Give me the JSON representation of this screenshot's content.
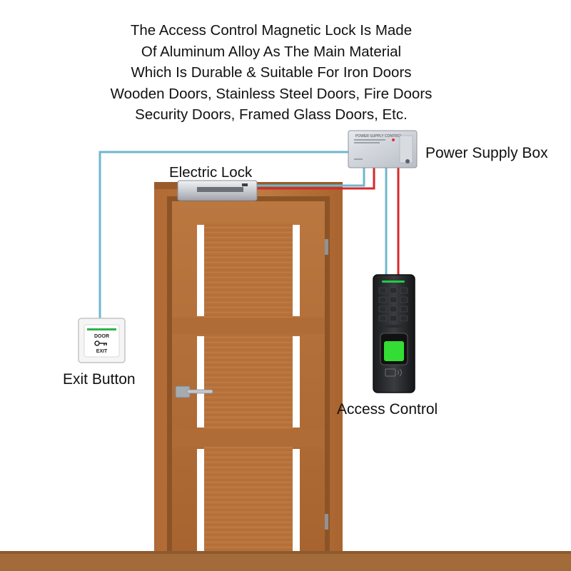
{
  "caption": {
    "lines": [
      "The Access Control Magnetic Lock Is Made",
      "Of Aluminum Alloy As The Main Material",
      "Which Is Durable & Suitable For Iron Doors",
      "Wooden Doors, Stainless Steel Doors, Fire Doors",
      "Security Doors, Framed Glass Doors, Etc."
    ]
  },
  "labels": {
    "power_supply": "Power Supply Box",
    "electric_lock": "Electric Lock",
    "exit_button": "Exit Button",
    "access_control": "Access Control"
  },
  "exit_button_text": {
    "line1": "DOOR",
    "line2": "EXIT"
  },
  "power_supply_text": {
    "title": "POWER SUPPLY CONTROL"
  },
  "colors": {
    "wire_data": "#6fb7cf",
    "wire_power": "#d62a2a",
    "door_wood": "#b8733d",
    "door_wood_dark": "#8c5426",
    "floor": "#a36b3a",
    "fingerprint_sensor": "#33dd33",
    "keypad_led": "#22cc44"
  }
}
